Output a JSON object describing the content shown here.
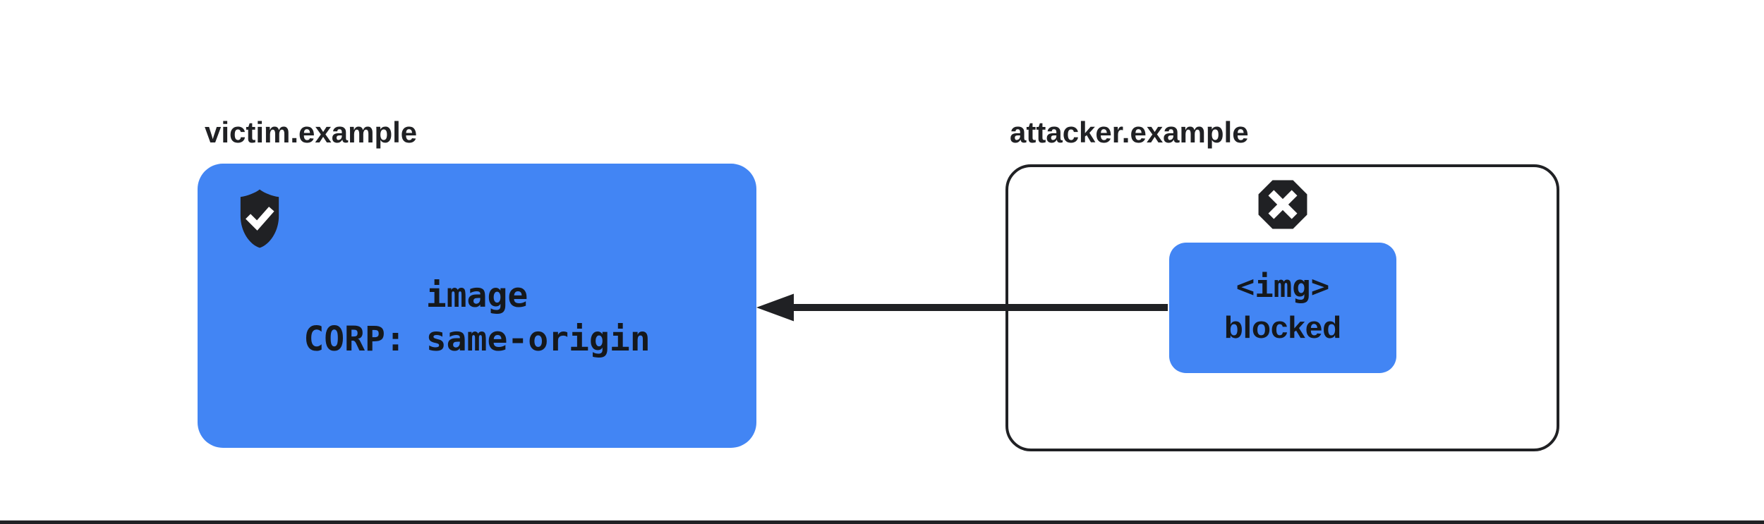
{
  "diagram": {
    "title_semantic": "CORP same-origin blocks cross-origin image embed",
    "victim": {
      "label": "victim.example",
      "resource_line1": "image",
      "resource_line2": "CORP: same-origin",
      "icon": "shield-check-icon"
    },
    "attacker": {
      "label": "attacker.example",
      "blocked_line1": "<img>",
      "blocked_line2": "blocked",
      "icon": "blocked-x-octagon-icon"
    },
    "arrow": {
      "direction": "right-to-left",
      "from": "attacker.example <img> request",
      "to": "victim.example image resource"
    },
    "colors": {
      "accent_blue": "#4285F4",
      "ink": "#202124",
      "box_text": "#15181C",
      "background": "#FFFFFF"
    }
  }
}
